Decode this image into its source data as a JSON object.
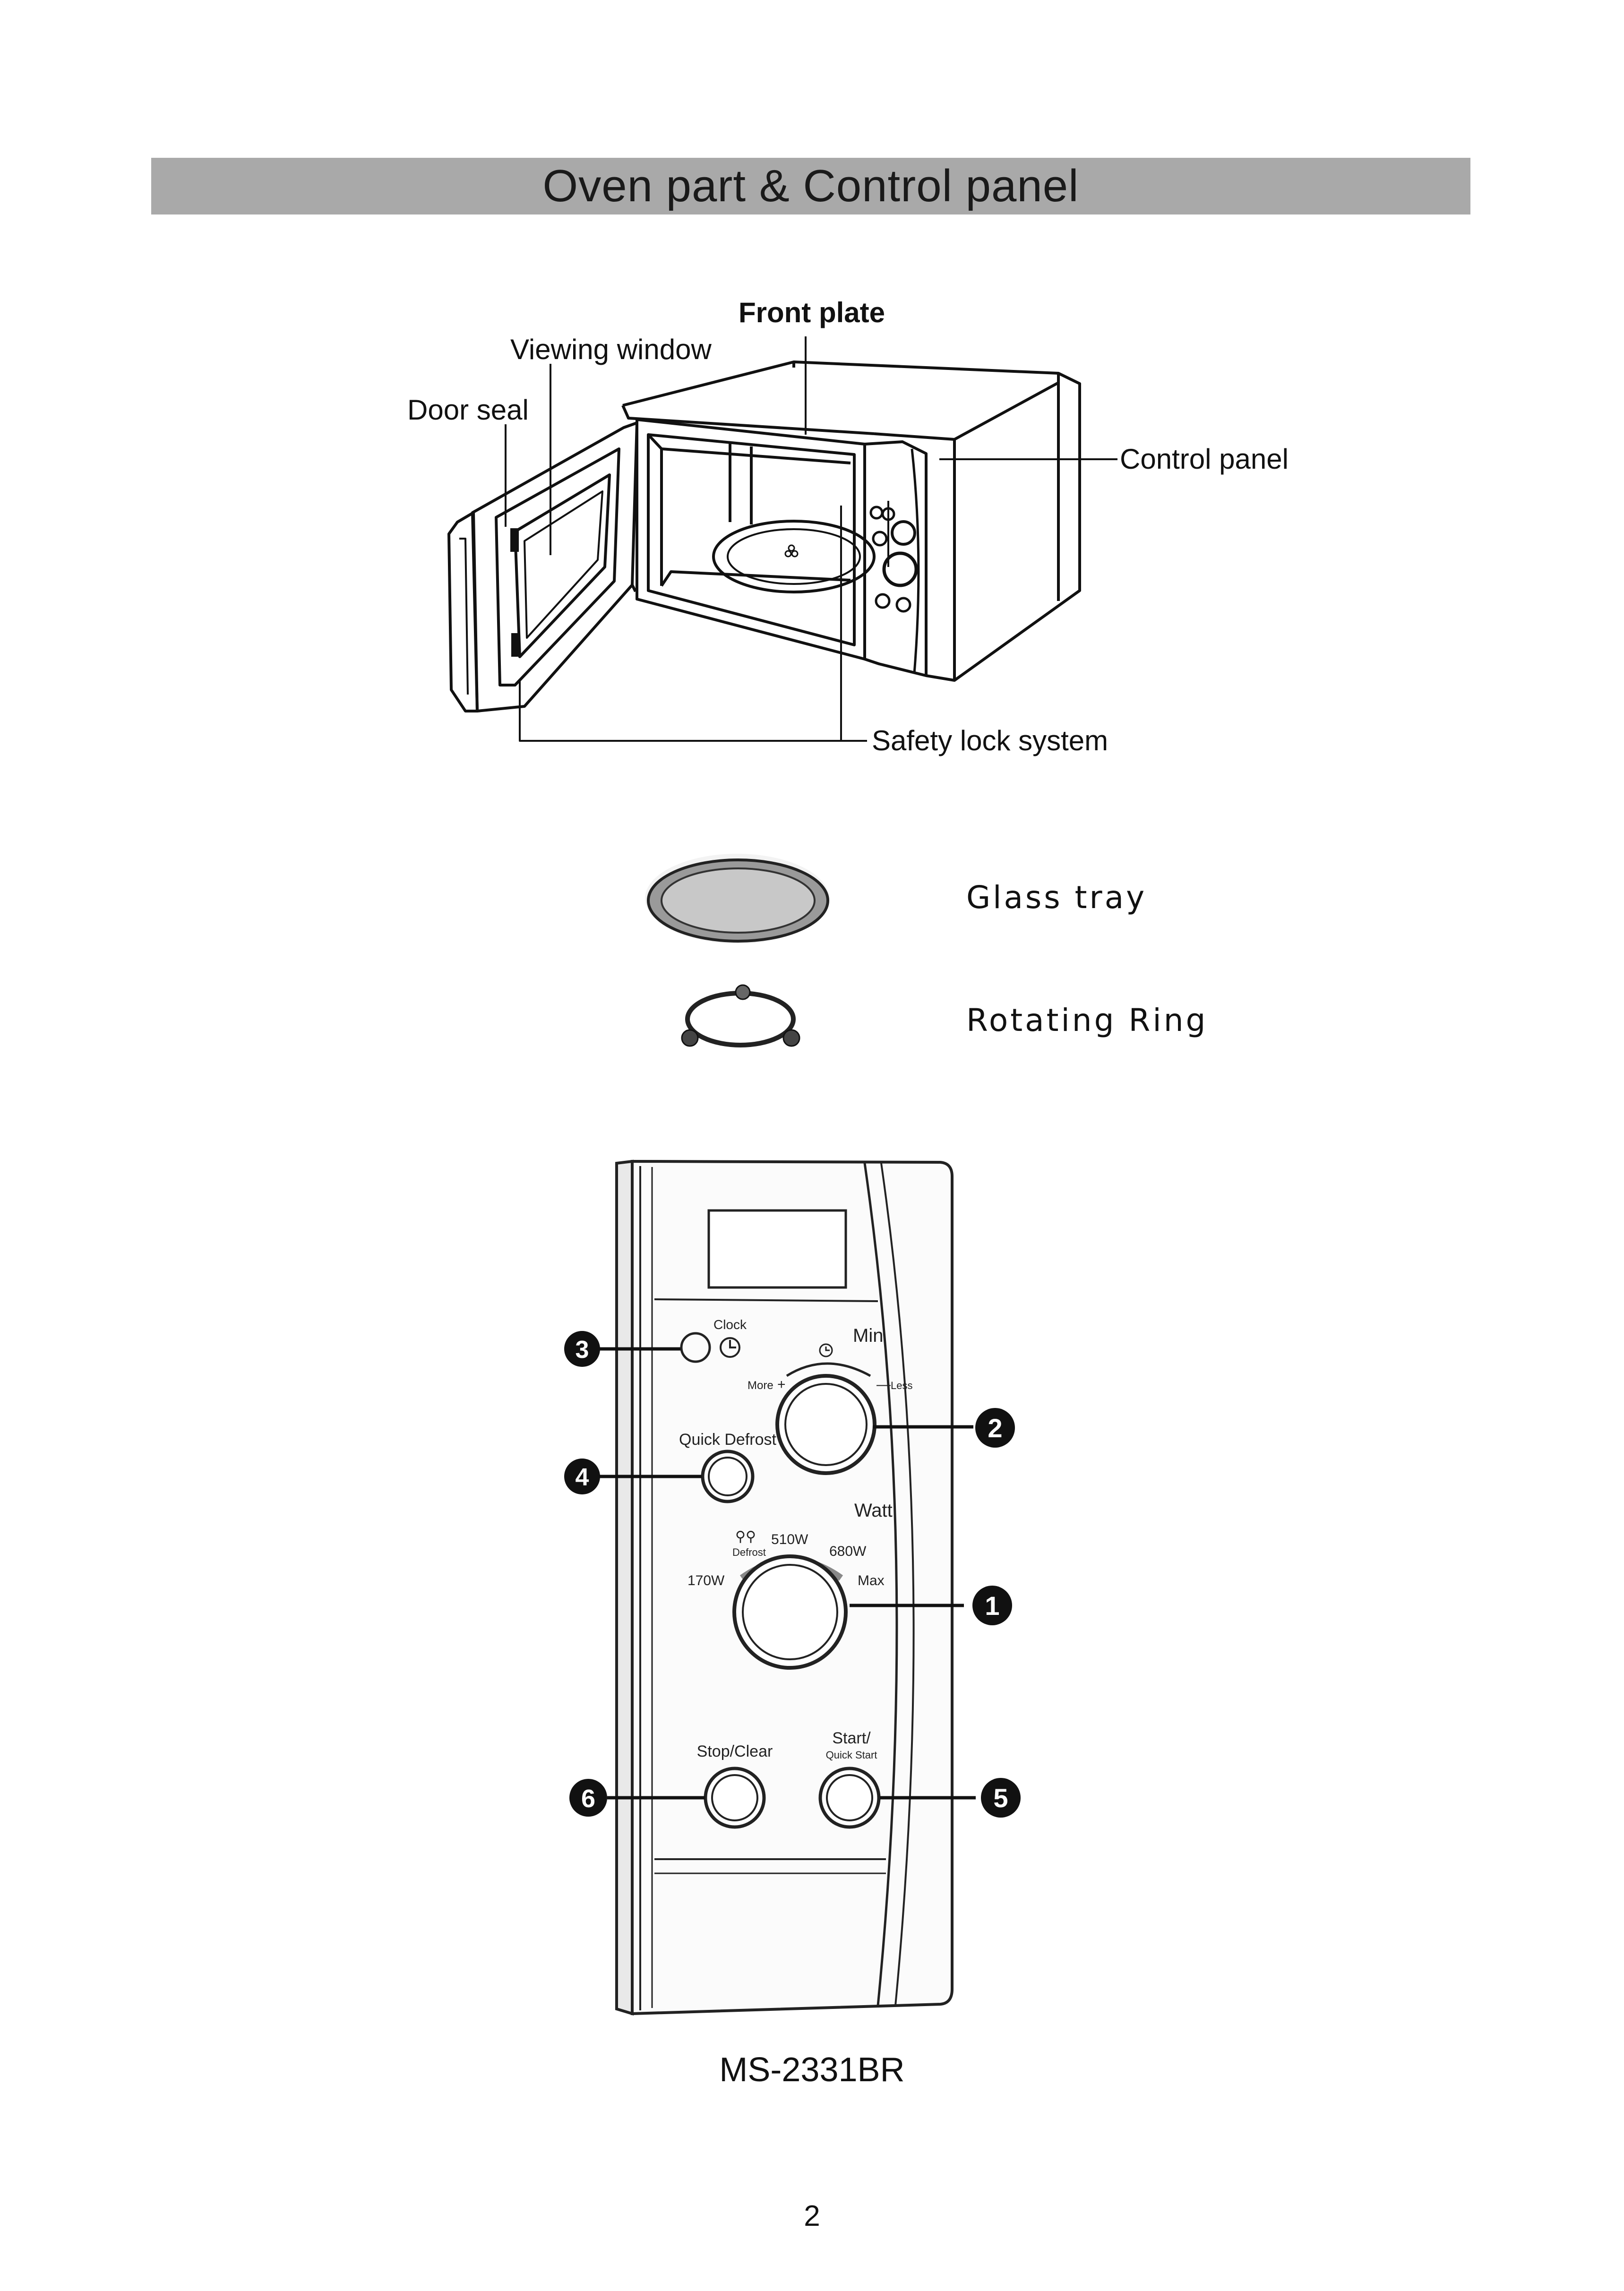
{
  "header": {
    "title": "Oven part & Control panel"
  },
  "oven_labels": {
    "front_plate": "Front plate",
    "viewing_window": "Viewing window",
    "door_seal": "Door seal",
    "control_panel": "Control panel",
    "safety_lock": "Safety lock system"
  },
  "accessories": {
    "glass_tray": "Glass tray",
    "rotating_ring": "Rotating Ring"
  },
  "control_panel": {
    "clock": "Clock",
    "min": "Min",
    "more": "More",
    "less": "Less",
    "quick_defrost": "Quick Defrost",
    "watt": "Watt",
    "defrost": "Defrost",
    "p510": "510W",
    "p680": "680W",
    "p170": "170W",
    "max": "Max",
    "stop_clear": "Stop/Clear",
    "start": "Start/",
    "quick_start": "Quick Start",
    "callouts": [
      "1",
      "2",
      "3",
      "4",
      "5",
      "6"
    ],
    "accent_color": "#2b6cb0"
  },
  "footer": {
    "model": "MS-2331BR",
    "page_number": "2"
  }
}
